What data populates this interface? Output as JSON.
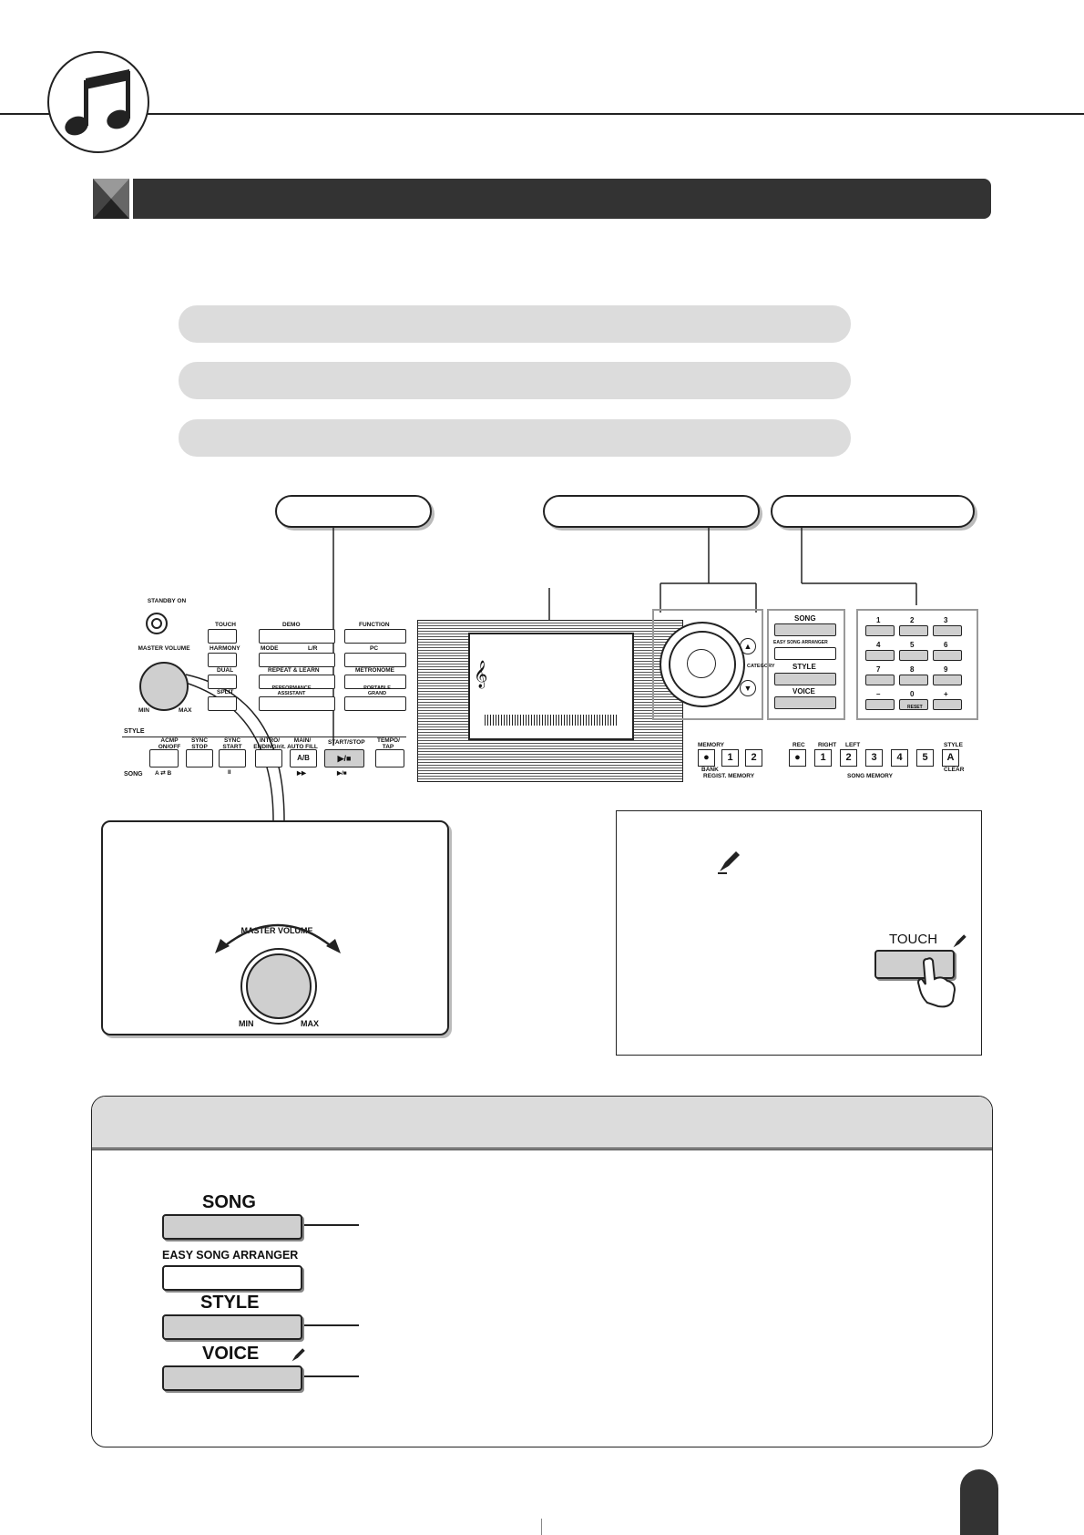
{
  "panel": {
    "standby_on": "STANDBY ON",
    "master_volume": "MASTER VOLUME",
    "min": "MIN",
    "max": "MAX",
    "buttons_left": [
      "TOUCH",
      "HARMONY",
      "DUAL",
      "SPLIT"
    ],
    "buttons_mid": [
      "DEMO",
      "MODE",
      "L/R",
      "REPEAT & LEARN",
      "PERFORMANCE ASSISTANT"
    ],
    "buttons_right": [
      "FUNCTION",
      "PC",
      "METRONOME",
      "PORTABLE GRAND"
    ],
    "style_label": "STYLE",
    "song_label": "SONG",
    "bottom_row": [
      "ACMP ON/OFF",
      "SYNC STOP",
      "SYNC START",
      "INTRO/ ENDING/rit.",
      "MAIN/ AUTO FILL",
      "START/STOP",
      "TEMPO/ TAP"
    ],
    "bottom_symbols": [
      "A ⇄ B",
      "II",
      "▶▶",
      "▶/■"
    ],
    "ab_button": "A/B",
    "startstop_symbol": "▶/■",
    "category": "CATEGORY",
    "song": "SONG",
    "easy_song_arranger": "EASY SONG ARRANGER",
    "style": "STYLE",
    "voice": "VOICE",
    "numbers": [
      "1",
      "2",
      "3",
      "4",
      "5",
      "6",
      "7",
      "8",
      "9",
      "–",
      "0",
      "+"
    ],
    "reset": "RESET",
    "memory": "MEMORY",
    "bank": "BANK",
    "regist_memory": "REGIST. MEMORY",
    "regist_buttons": [
      "●",
      "1",
      "2"
    ],
    "rec": "REC",
    "right": "RIGHT",
    "left": "LEFT",
    "style_small": "STYLE",
    "song_memory_buttons": [
      "●",
      "1",
      "2",
      "3",
      "4",
      "5",
      "A"
    ],
    "clear": "CLEAR",
    "song_memory": "SONG MEMORY"
  },
  "volume_detail": {
    "label": "MASTER VOLUME",
    "min": "MIN",
    "max": "MAX"
  },
  "touch_box": {
    "touch_label": "TOUCH"
  },
  "mode_buttons": {
    "song": "SONG",
    "easy_song_arranger": "EASY SONG ARRANGER",
    "style": "STYLE",
    "voice": "VOICE"
  }
}
